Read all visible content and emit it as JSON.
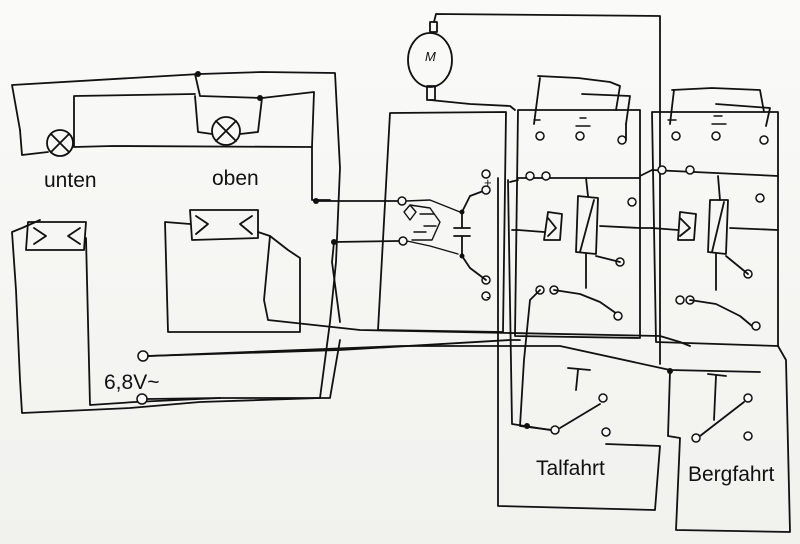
{
  "labels": {
    "lamp_lower": "unten",
    "lamp_upper": "oben",
    "supply_voltage": "6,8V~",
    "plus_sign": "+",
    "minus_sign": "-",
    "switch_valley": "Talfahrt",
    "switch_mountain": "Bergfahrt",
    "motor_symbol": "M"
  }
}
